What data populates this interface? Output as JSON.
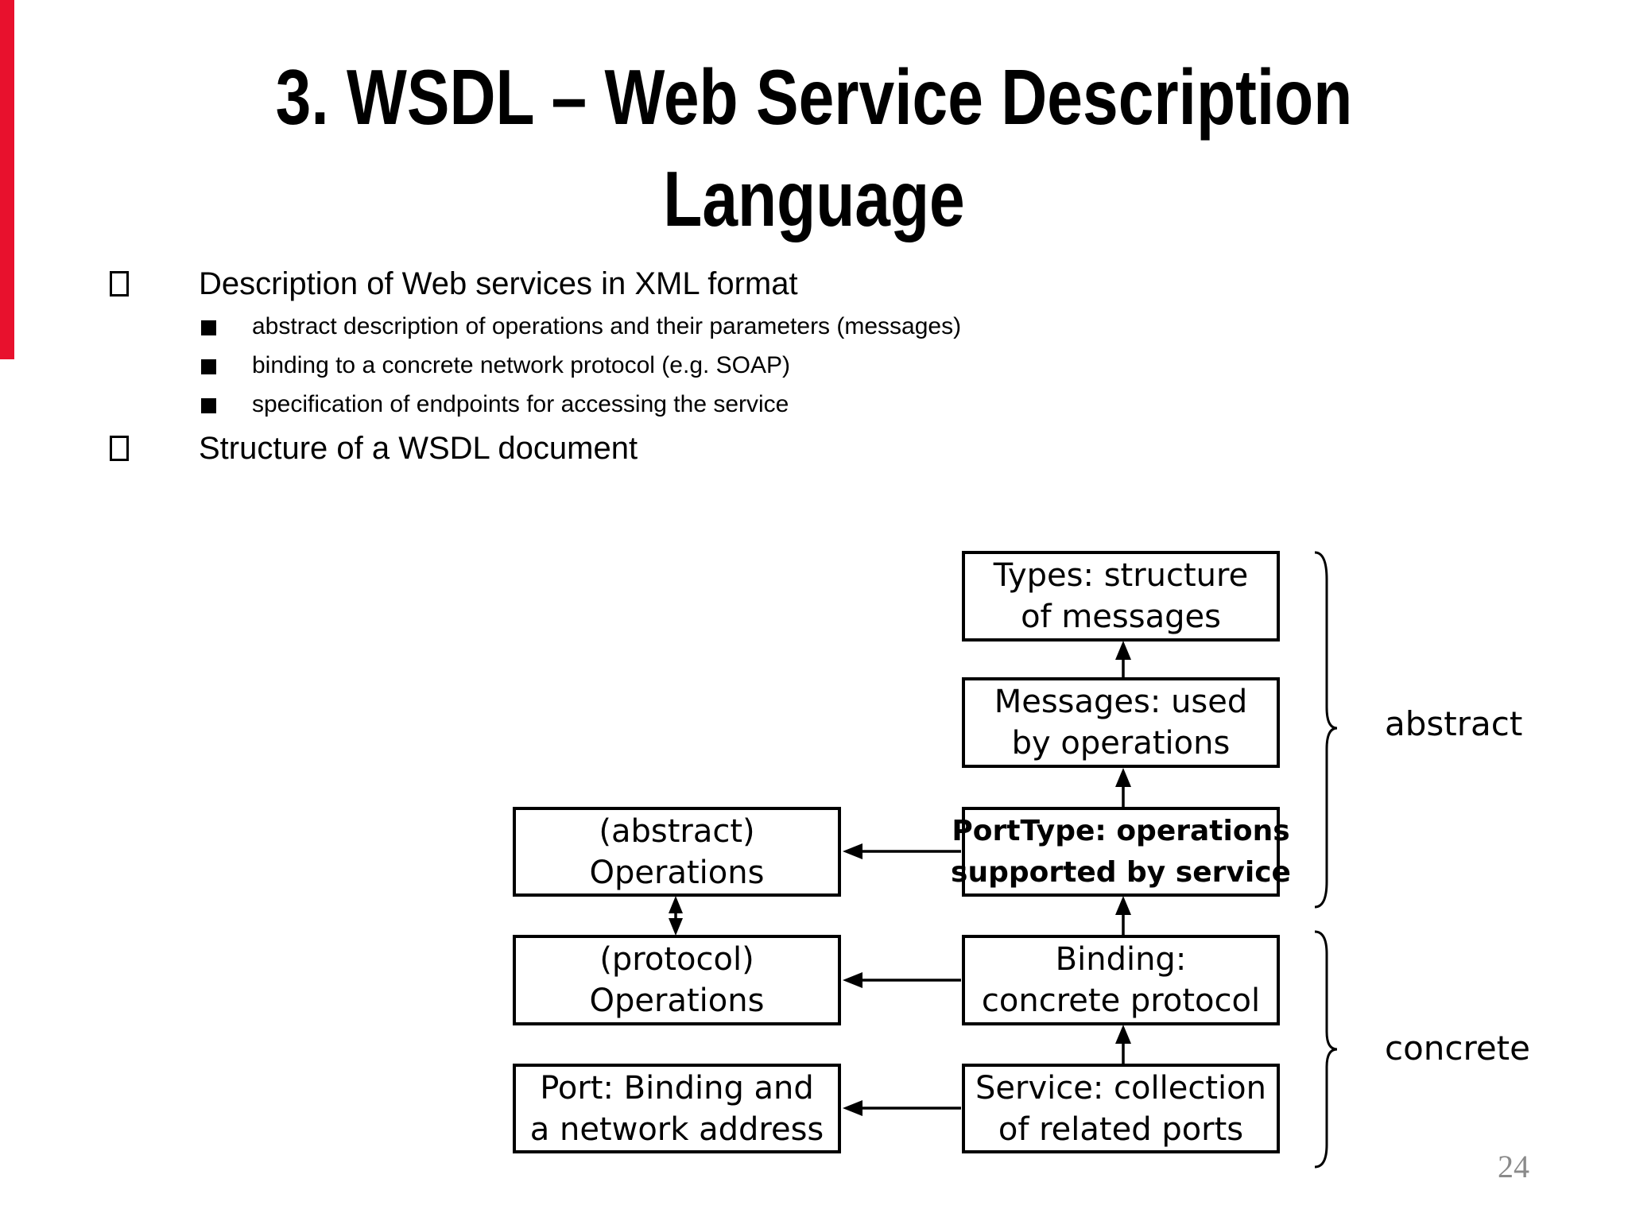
{
  "colors": {
    "accent_bar": "#e8112d",
    "page_number_gray": "#8a8a8a",
    "foreground": "#000000",
    "background": "#ffffff"
  },
  "title": {
    "line1": "3. WSDL – Web Service Description",
    "line2": "Language"
  },
  "bullets": {
    "level1_glyph": "empty-box-tofu",
    "level2_glyph": "filled-square",
    "items": [
      {
        "level": 1,
        "text": "Description of Web services in XML format"
      },
      {
        "level": 2,
        "text": "abstract description of operations and their parameters (messages)"
      },
      {
        "level": 2,
        "text": "binding to a concrete network protocol (e.g. SOAP)"
      },
      {
        "level": 2,
        "text": "specification of endpoints for accessing the service"
      },
      {
        "level": 1,
        "text": "Structure of a WSDL document"
      }
    ]
  },
  "diagram": {
    "boxes": {
      "types": {
        "line1": "Types: structure",
        "line2": "of messages"
      },
      "messages": {
        "line1": "Messages: used",
        "line2": "by operations"
      },
      "porttype": {
        "line1": "PortType: operations",
        "line2": "supported by service",
        "bold": true
      },
      "binding": {
        "line1": "Binding:",
        "line2": "concrete protocol"
      },
      "service": {
        "line1": "Service: collection",
        "line2": "of related ports"
      },
      "abstract_ops": {
        "line1": "(abstract)",
        "line2": "Operations"
      },
      "protocol_ops": {
        "line1": "(protocol)",
        "line2": "Operations"
      },
      "port": {
        "line1": "Port: Binding and",
        "line2": "a network address"
      }
    },
    "group_labels": {
      "abstract": "abstract",
      "concrete": "concrete"
    }
  },
  "page_number": "24"
}
